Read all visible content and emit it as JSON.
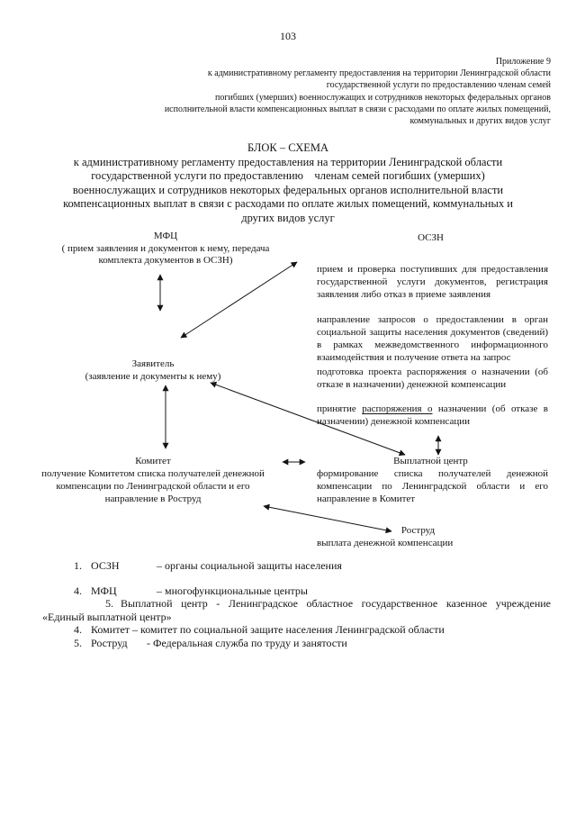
{
  "page": {
    "number": "103"
  },
  "appendix": {
    "label": "Приложение 9",
    "lines": [
      "к  административному регламенту предоставления на территории Ленинградской области",
      "государственной услуги  по  предоставлению членам семей",
      "погибших (умерших) военнослужащих и сотрудников некоторых федеральных органов",
      "исполнительной власти компенсационных выплат  в связи с расходами по оплате жилых помещений,",
      "коммунальных и других видов услуг"
    ]
  },
  "title": {
    "heading": "БЛОК – СХЕМА",
    "lines": [
      "к  административному регламенту предоставления на территории Ленинградской области",
      "государственной услуги по  предоставлению    членам семей погибших (умерших)",
      "военнослужащих и сотрудников некоторых федеральных органов исполнительной власти",
      "компенсационных выплат  в связи с расходами по оплате жилых помещений, коммунальных и",
      "других видов услуг"
    ]
  },
  "diagram": {
    "mfc": {
      "title": "МФЦ",
      "line1": "( прием заявления и документов к нему, передача",
      "line2": "комплекта документов в ОСЗН)"
    },
    "oszn": {
      "title": "ОСЗН",
      "step1": "прием и проверка поступивших для предоставления государственной услуги документов, регистрация заявления либо отказ в приеме заявления",
      "step2": "направление запросов о предоставлении в орган социальной защиты населения документов (сведений) в рамках межведомственного информационного взаимодействия и получение ответа на запрос",
      "step3": "подготовка проекта распоряжения о назначении (об отказе в назначении) денежной компенсации",
      "step4_pre": "принятие ",
      "step4_underlined": "распоряжения о",
      "step4_post": "  назначении (об отказе в назначении) денежной компенсации"
    },
    "zayavitel": {
      "title": "Заявитель",
      "subtitle": "(заявление и документы к нему)"
    },
    "komitet": {
      "title": "Комитет",
      "line1": "получение Комитетом списка получателей денежной",
      "line2": "компенсации по Ленинградской области и его",
      "line3": "направление в Роструд"
    },
    "payment_center": {
      "title": "Выплатной центр",
      "text": "формирование списка получателей денежной компенсации по Ленинградской области и его направление в Комитет"
    },
    "rostrud": {
      "title": "Роструд",
      "subtitle": "выплата денежной компенсации"
    }
  },
  "legend": {
    "items": [
      {
        "num": "1.",
        "term": "ОСЗН",
        "def": "– органы социальной защиты населения"
      },
      {
        "num": "4.",
        "term": "МФЦ",
        "def": "– многофункциональные центры"
      },
      {
        "num": "5.",
        "term": "Выплатной центр - ",
        "def": "Ленинградское областное государственное казенное учреждение «Единый выплатной центр»"
      },
      {
        "num": "4.",
        "term": "Комитет –",
        "def": "комитет по социальной защите населения Ленинградской области"
      },
      {
        "num": "5.",
        "term": "Роструд",
        "def": "- Федеральная служба по труду и занятости"
      }
    ]
  }
}
